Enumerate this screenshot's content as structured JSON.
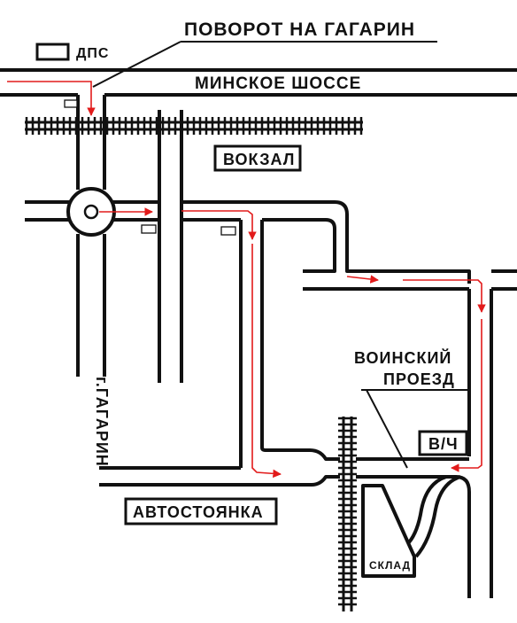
{
  "labels": {
    "turn": "ПОВОРОТ НА ГАГАРИН",
    "dps": "ДПС",
    "highway": "МИНСКОЕ ШОССЕ",
    "station": "ВОКЗАЛ",
    "town": "г.ГАГАРИН",
    "passage_line1": "ВОИНСКИЙ",
    "passage_line2": "ПРОЕЗД",
    "unit": "В/Ч",
    "parking": "АВТОСТОЯНКА",
    "warehouse": "СКЛАД"
  },
  "colors": {
    "road": "#111111",
    "route": "#e21b1b",
    "background": "#ffffff"
  },
  "icons": {
    "route_arrow": "red-arrow",
    "railway": "railway-track",
    "roundabout": "roundabout-circle"
  }
}
